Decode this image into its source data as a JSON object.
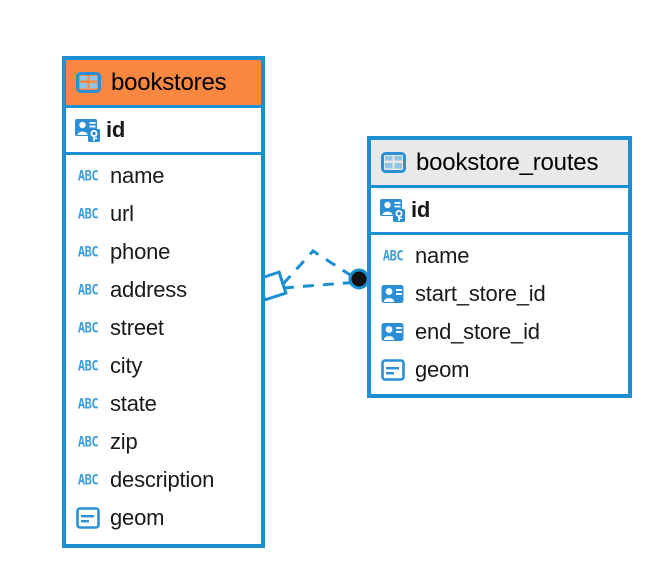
{
  "diagram": {
    "type": "entity-relationship-diagram",
    "background": "#ffffff",
    "accent_blue": "#1a8fd1",
    "accent_orange": "#f9873f",
    "accent_gray": "#e9e9e9"
  },
  "entities": [
    {
      "name": "bookstores",
      "header_color": "#f9873f",
      "header_icon": "table-icon",
      "primary_keys": [
        {
          "label": "id",
          "icon": "primary-key-icon"
        }
      ],
      "fields": [
        {
          "label": "name",
          "icon": "text-type-icon"
        },
        {
          "label": "url",
          "icon": "text-type-icon"
        },
        {
          "label": "phone",
          "icon": "text-type-icon"
        },
        {
          "label": "address",
          "icon": "text-type-icon"
        },
        {
          "label": "street",
          "icon": "text-type-icon"
        },
        {
          "label": "city",
          "icon": "text-type-icon"
        },
        {
          "label": "state",
          "icon": "text-type-icon"
        },
        {
          "label": "zip",
          "icon": "text-type-icon"
        },
        {
          "label": "description",
          "icon": "text-type-icon"
        },
        {
          "label": "geom",
          "icon": "geometry-type-icon"
        }
      ]
    },
    {
      "name": "bookstore_routes",
      "header_color": "#e9e9e9",
      "header_icon": "table-icon",
      "primary_keys": [
        {
          "label": "id",
          "icon": "primary-key-icon"
        }
      ],
      "fields": [
        {
          "label": "name",
          "icon": "text-type-icon"
        },
        {
          "label": "start_store_id",
          "icon": "foreign-key-icon"
        },
        {
          "label": "end_store_id",
          "icon": "foreign-key-icon"
        },
        {
          "label": "geom",
          "icon": "geometry-type-icon"
        }
      ]
    }
  ],
  "relationship": {
    "style": "dashed",
    "color": "#1a8fd1",
    "source_entity": "bookstores",
    "target_entity": "bookstore_routes",
    "source_marker": "diamond-outline",
    "target_marker": "filled-circle",
    "target_marker_color": "#111111"
  },
  "icon_labels": {
    "text_type": "ABC"
  }
}
